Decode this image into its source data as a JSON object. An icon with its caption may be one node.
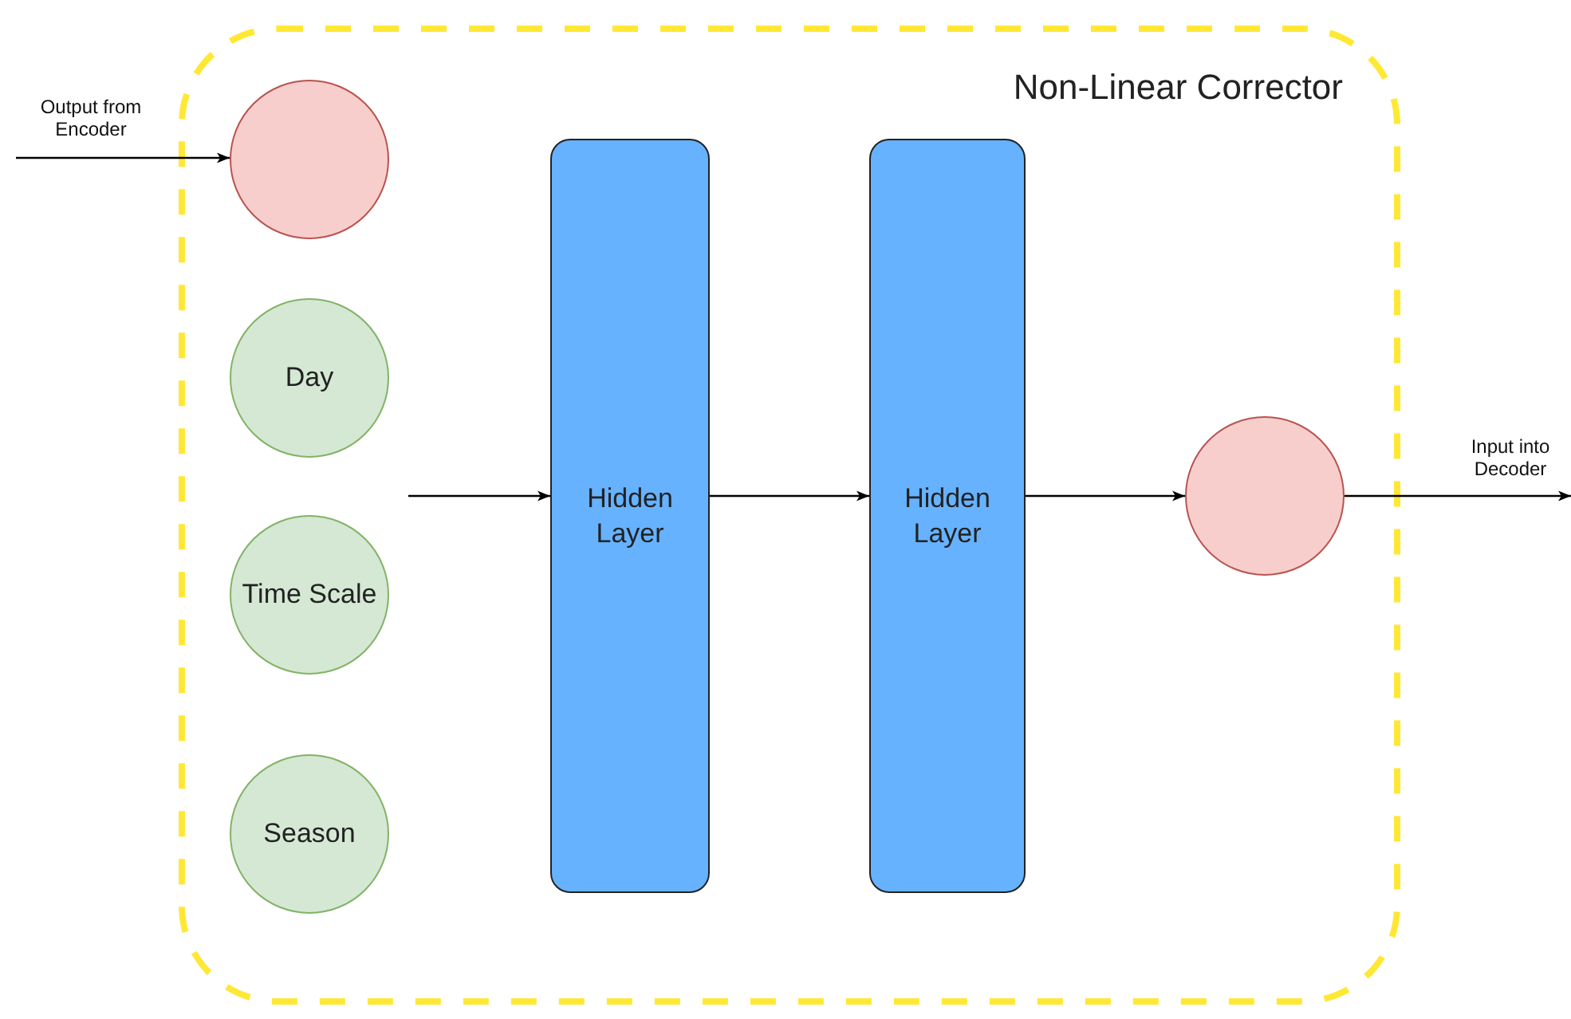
{
  "diagram": {
    "nodes": [
      {
        "text": [
          "Non-Linear Corrector"
        ]
      },
      {
        "text": [],
        "shape": "circle",
        "in": 0
      },
      {
        "text": [
          "Day"
        ],
        "in": 0
      },
      {
        "text": [
          "Time Scale"
        ],
        "in": 0
      },
      {
        "text": [
          "Season"
        ],
        "in": 0
      },
      {
        "text": [
          "Hidden Layer"
        ],
        "in": 0
      },
      {
        "text": [
          "Hidden Layer"
        ],
        "in": 0
      },
      {
        "text": [],
        "shape": "circle",
        "in": 0
      }
    ],
    "edges": [
      {
        "from": null,
        "to": 1,
        "arrow": "to",
        "label": "Output from Encoder"
      },
      {
        "from": null,
        "to": 5,
        "arrow": "to"
      },
      {
        "from": 5,
        "to": 6,
        "arrow": "to"
      },
      {
        "from": 6,
        "to": 7,
        "arrow": "to"
      },
      {
        "from": 7,
        "to": null,
        "arrow": "to",
        "label": "Input into Decoder"
      }
    ]
  }
}
